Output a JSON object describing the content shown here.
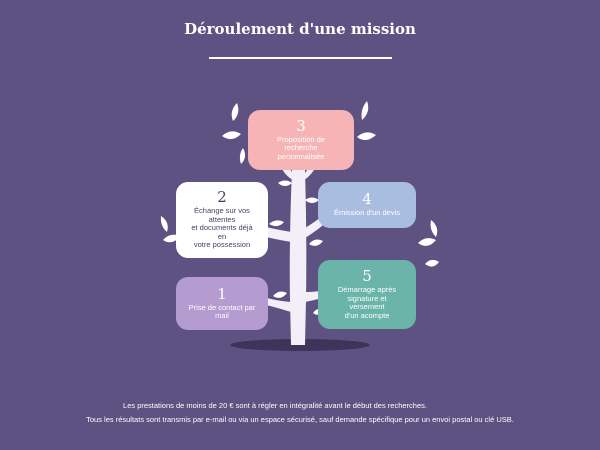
{
  "header": {
    "title": "Déroulement d'une mission"
  },
  "steps": [
    {
      "number": "1",
      "text": "Prise de contact par\nmail"
    },
    {
      "number": "2",
      "text": "Échange sur vos\nattentes\net documents déjà\nen\nvotre possession"
    },
    {
      "number": "3",
      "text": "Proposition de\nrecherche\npersonnalisée"
    },
    {
      "number": "4",
      "text": "Émission d'un devis"
    },
    {
      "number": "5",
      "text": "Démarrage après\nsignature et\nversement\nd'un acompte"
    }
  ],
  "footer": {
    "line1": "Les prestations de moins de 20 € sont à régler en intégralité avant le début des recherches.",
    "line2": "Tous les résultats sont transmis par e-mail ou via un espace sécurisé, sauf demande spécifique pour un envoi postal ou clé USB."
  },
  "colors": {
    "background": "#5e5282",
    "step1": "#b49bd0",
    "step2": "#ffffff",
    "step3": "#f6b4b7",
    "step4": "#a9bde0",
    "step5": "#6ab4a9",
    "tree": "#f3eef8",
    "shadow": "#3e3459"
  },
  "icons": [
    "leaf-icon",
    "tree-illustration"
  ]
}
